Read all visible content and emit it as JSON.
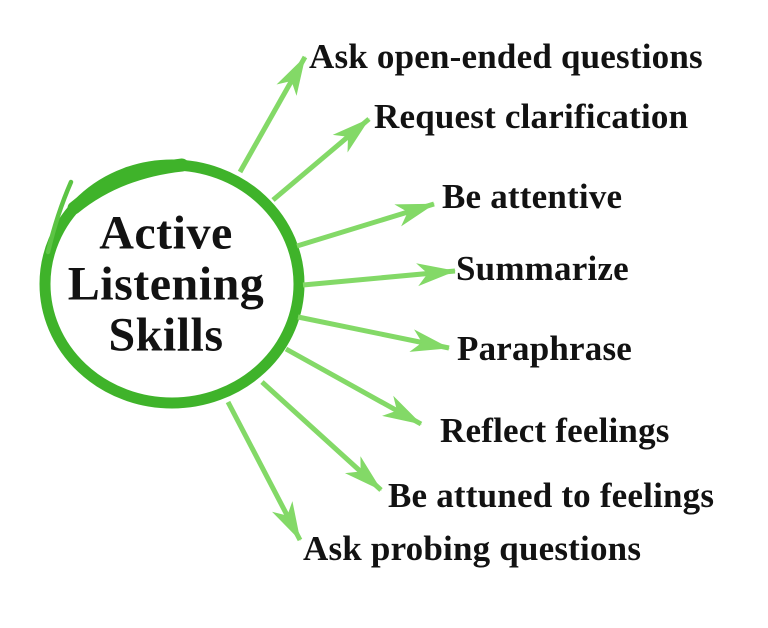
{
  "diagram": {
    "center": {
      "title": "Active Listening Skills",
      "line1": "Active",
      "line2": "Listening",
      "line3": "Skills"
    },
    "items": [
      {
        "label": "Ask open-ended questions"
      },
      {
        "label": "Request clarification"
      },
      {
        "label": "Be attentive"
      },
      {
        "label": "Summarize"
      },
      {
        "label": "Paraphrase"
      },
      {
        "label": "Reflect feelings"
      },
      {
        "label": "Be attuned to feelings"
      },
      {
        "label": "Ask probing questions"
      }
    ],
    "colors": {
      "circle_stroke": "#3fb32a",
      "arrow": "#83d967",
      "text": "#121212",
      "background": "#ffffff"
    }
  }
}
